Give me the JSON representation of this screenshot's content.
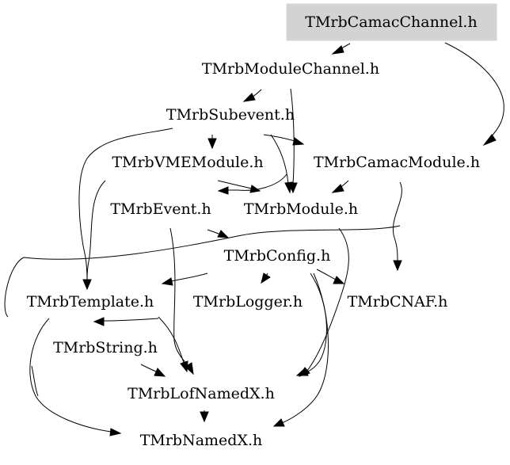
{
  "graph": {
    "root": "TMrbCamacChannel.h",
    "nodes": {
      "camac_channel": "TMrbCamacChannel.h",
      "module_channel": "TMrbModuleChannel.h",
      "subevent": "TMrbSubevent.h",
      "vme_module": "TMrbVMEModule.h",
      "camac_module": "TMrbCamacModule.h",
      "event": "TMrbEvent.h",
      "module": "TMrbModule.h",
      "config": "TMrbConfig.h",
      "template": "TMrbTemplate.h",
      "logger": "TMrbLogger.h",
      "cnaf": "TMrbCNAF.h",
      "string": "TMrbString.h",
      "lof_named_x": "TMrbLofNamedX.h",
      "named_x": "TMrbNamedX.h"
    },
    "edges": [
      [
        "camac_channel",
        "module_channel"
      ],
      [
        "camac_channel",
        "camac_module"
      ],
      [
        "module_channel",
        "subevent"
      ],
      [
        "module_channel",
        "module"
      ],
      [
        "subevent",
        "vme_module"
      ],
      [
        "subevent",
        "camac_module"
      ],
      [
        "subevent",
        "module"
      ],
      [
        "subevent",
        "template"
      ],
      [
        "vme_module",
        "module"
      ],
      [
        "vme_module",
        "template"
      ],
      [
        "camac_module",
        "module"
      ],
      [
        "camac_module",
        "cnaf"
      ],
      [
        "event",
        "config"
      ],
      [
        "event",
        "lof_named_x"
      ],
      [
        "module",
        "event"
      ],
      [
        "module",
        "template"
      ],
      [
        "module",
        "lof_named_x"
      ],
      [
        "config",
        "template"
      ],
      [
        "config",
        "logger"
      ],
      [
        "config",
        "cnaf"
      ],
      [
        "config",
        "lof_named_x"
      ],
      [
        "config",
        "named_x"
      ],
      [
        "template",
        "string"
      ],
      [
        "template",
        "lof_named_x"
      ],
      [
        "template",
        "named_x"
      ],
      [
        "string",
        "lof_named_x"
      ],
      [
        "string",
        "named_x"
      ],
      [
        "lof_named_x",
        "named_x"
      ]
    ]
  }
}
